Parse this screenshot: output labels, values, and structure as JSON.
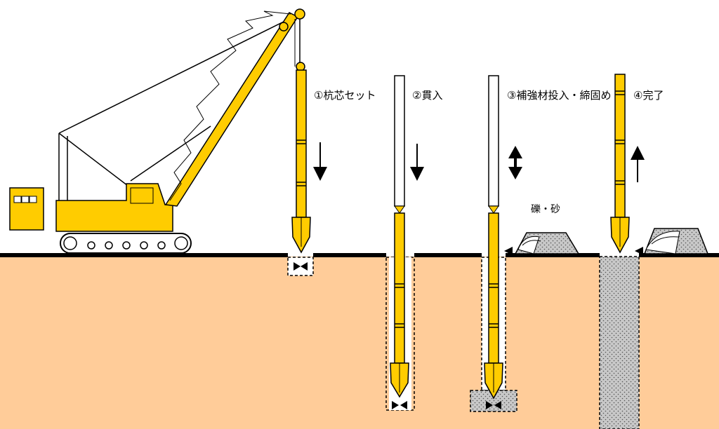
{
  "steps": [
    {
      "label": "①杭芯セット",
      "direction": "down"
    },
    {
      "label": "②貫入",
      "direction": "down"
    },
    {
      "label": "③補強材投入・締固め",
      "direction": "up-down"
    },
    {
      "label": "④完了",
      "direction": "up"
    }
  ],
  "material_label": "礫・砂",
  "colors": {
    "soil": "#ffcc99",
    "machine": "#ffcc00",
    "ground_line": "#000000",
    "gravel": "#c8c8c8",
    "casing": "#ffffff"
  }
}
